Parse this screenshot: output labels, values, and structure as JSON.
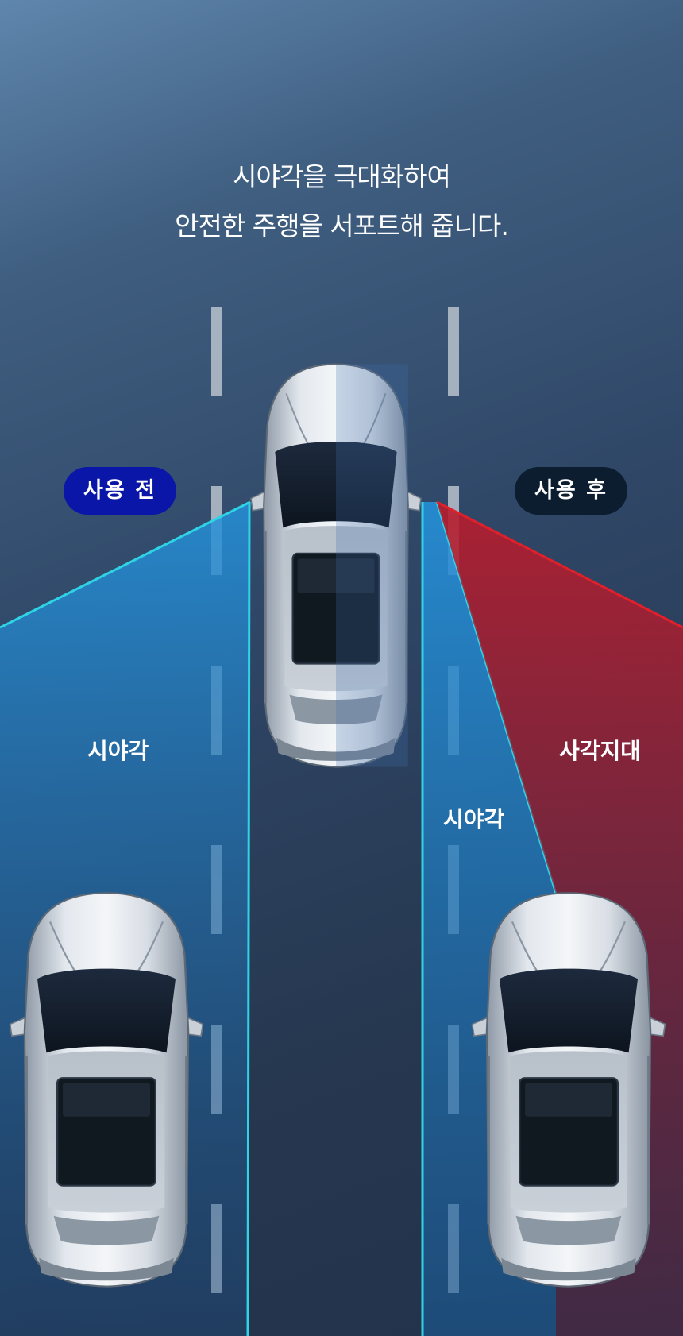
{
  "headline": {
    "line1": "시야각을 극대화하여",
    "line2": "안전한 주행을 서포트해 줍니다."
  },
  "badges": {
    "before": "사용 전",
    "after": "사용 후"
  },
  "labels": {
    "view_angle_left": "시야각",
    "view_angle_right": "시야각",
    "blind_spot": "사각지대"
  },
  "colors": {
    "badge_before": "#0a16a8",
    "badge_after": "#0d1d30",
    "view_zone": "#1e7fc9",
    "view_edge": "#2fd3e6",
    "blind_zone": "#a11d2e",
    "blind_edge": "#e0202a"
  }
}
